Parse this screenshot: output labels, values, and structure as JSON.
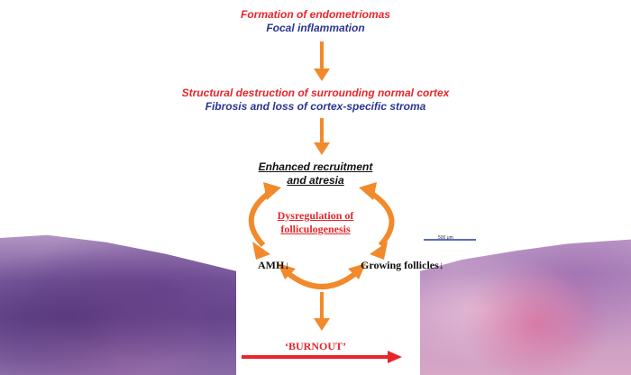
{
  "top": {
    "line1": "Formation of endometriomas",
    "line2": "Focal inflammation"
  },
  "middle": {
    "line1": "Structural destruction of surrounding normal cortex",
    "line2": "Fibrosis and loss of cortex-specific stroma"
  },
  "recruitment": {
    "line1": "Enhanced recruitment",
    "line2": "and atresia"
  },
  "dysregulation": {
    "line1": "Dysregulation of",
    "line2": "folliculogenesis"
  },
  "amh": "AMH↓",
  "growing": "Growing follicles↓",
  "burnout": "‘BURNOUT’",
  "scale_label": "500 μm",
  "colors": {
    "red": "#e8262a",
    "navy": "#2b3593",
    "orange": "#f28a2b",
    "arrow_red": "#e8262a"
  }
}
